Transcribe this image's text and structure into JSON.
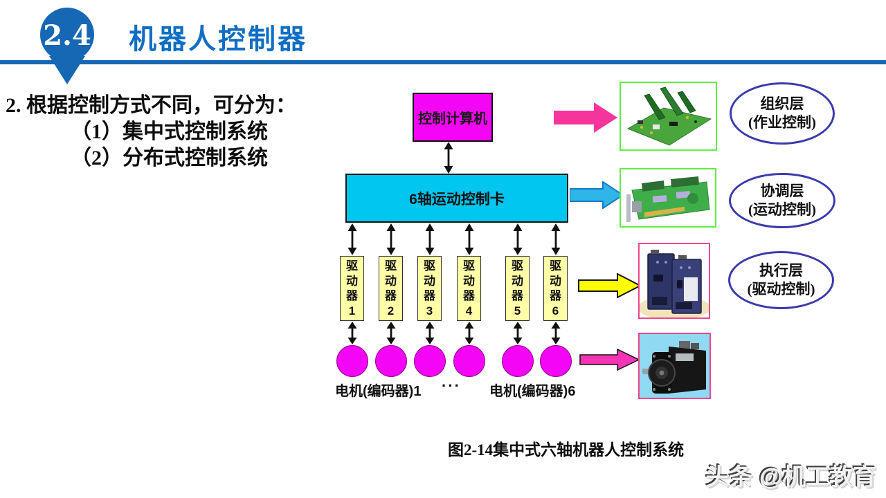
{
  "slide": {
    "badge": "2.4",
    "title": "机器人控制器",
    "intro": {
      "heading": "2. 根据控制方式不同，可分为：",
      "items": [
        "（1）集中式控制系统",
        "（2）分布式控制系统"
      ]
    },
    "diagram": {
      "computer": "控制计算机",
      "motion_card": "6轴运动控制卡",
      "drivers": [
        "驱动器1",
        "驱动器2",
        "驱动器3",
        "驱动器4",
        "驱动器5",
        "驱动器6"
      ],
      "motor_left": "电机(编码器)1",
      "ellipsis": "···",
      "motor_right": "电机(编码器)6"
    },
    "layers": [
      {
        "name": "组织层",
        "sub": "(作业控制)",
        "photo": "controller-boards-photo"
      },
      {
        "name": "协调层",
        "sub": "(运动控制)",
        "photo": "pci-motion-card-photo"
      },
      {
        "name": "执行层",
        "sub": "(驱动控制)",
        "photo": "servo-drives-photo"
      }
    ],
    "motor_photo": "servo-motor-photo",
    "caption": "图2-14集中式六轴机器人控制系统",
    "watermark": "头条 @机工教育",
    "colors": {
      "header_blue": "#1668b5",
      "title_blue": "#0f6ec4",
      "magenta": "#f505f5",
      "cyan_box": "#00c6f0",
      "driver_yellow": "#ffffa8",
      "pink_arrow": "#f5359b",
      "blue_arrow": "#2fb5e8",
      "yellow_arrow": "#ffff00",
      "ellipse_border": "#3a3aae",
      "green_frame": "#5fee44",
      "pink_frame": "#f24688"
    }
  }
}
